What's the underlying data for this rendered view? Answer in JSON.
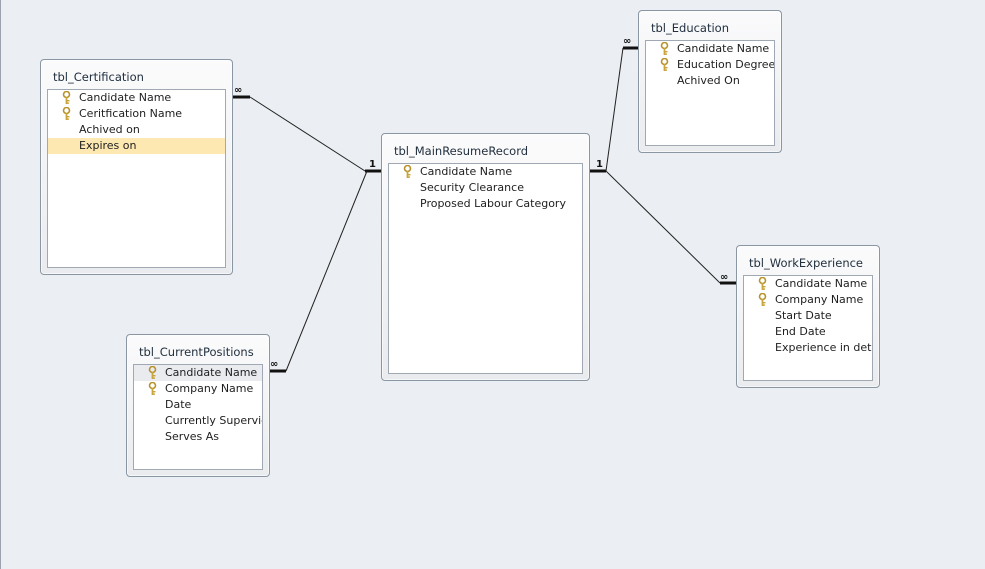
{
  "tables": {
    "certification": {
      "title": "tbl_Certification",
      "fields": [
        {
          "name": "Candidate Name",
          "key": true
        },
        {
          "name": "Ceritfication Name",
          "key": true
        },
        {
          "name": "Achived on",
          "key": false
        },
        {
          "name": "Expires on",
          "key": false
        }
      ]
    },
    "main_resume": {
      "title": "tbl_MainResumeRecord",
      "fields": [
        {
          "name": "Candidate Name",
          "key": true
        },
        {
          "name": "Security Clearance",
          "key": false
        },
        {
          "name": "Proposed Labour Category",
          "key": false
        }
      ]
    },
    "education": {
      "title": "tbl_Education",
      "fields": [
        {
          "name": "Candidate Name",
          "key": true
        },
        {
          "name": "Education Degree",
          "key": true
        },
        {
          "name": "Achived On",
          "key": false
        }
      ]
    },
    "work_experience": {
      "title": "tbl_WorkExperience",
      "fields": [
        {
          "name": "Candidate Name",
          "key": true
        },
        {
          "name": "Company Name",
          "key": true
        },
        {
          "name": "Start Date",
          "key": false
        },
        {
          "name": "End Date",
          "key": false
        },
        {
          "name": "Experience in detai",
          "key": false
        }
      ]
    },
    "current_positions": {
      "title": "tbl_CurrentPositions",
      "fields": [
        {
          "name": "Candidate Name",
          "key": true
        },
        {
          "name": "Company Name",
          "key": true
        },
        {
          "name": "Date",
          "key": false
        },
        {
          "name": "Currently Supervies",
          "key": false
        },
        {
          "name": "Serves As",
          "key": false
        }
      ]
    }
  },
  "cardinality": {
    "one": "1",
    "many": "∞"
  },
  "colors": {
    "background": "#ebeef2",
    "selected_row": "#fde8b1",
    "key_icon": "#c9a43a",
    "relationship_line": "#1a1a1a"
  }
}
